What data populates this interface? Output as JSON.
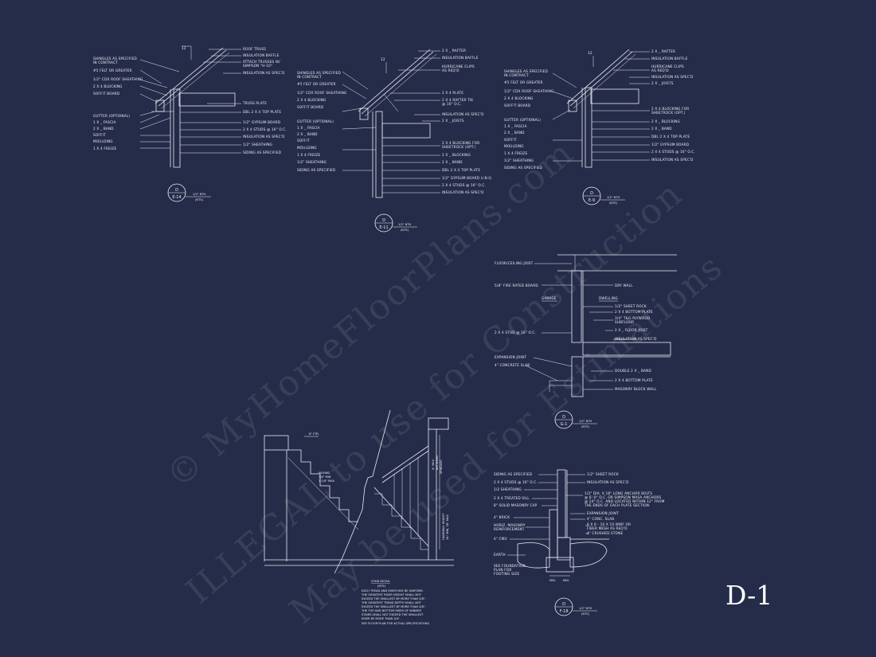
{
  "sheet_id": "D-1",
  "watermark": {
    "line1": "© MyHomeFloorPlans.com",
    "line2": "ILLEGAL to use for Construction",
    "line3": "May be used for Estimations"
  },
  "detail_a": {
    "labels_left": [
      "SHINGLES AS SPECIFIED",
      "IN CONTRACT",
      "#5 FELT OR GREATER",
      "1/2\" CDX ROOF SHEATHING",
      "2 X 4 BLOCKING",
      "SOFFIT BOARD",
      "GUTTER (OPTIONAL)",
      "1 X _ FASCIA",
      "2 X _ BAND",
      "SOFFIT",
      "MOULDING",
      "1 X 4 FREIZE"
    ],
    "labels_right": [
      "ROOF TRUSS",
      "INSULATION BAFFLE",
      "ATTACH TRUSSES W/",
      "SIMPSON \"H-10\"",
      "INSULATION AS SPEC'D",
      "TRUSS PLATE",
      "DBL 2 X 4 TOP PLATE",
      "1/2\" GYPSUM BOARD",
      "2 X 4 STUDS @ 16\" O.C.",
      "INSULATION AS SPEC'D",
      "1/2\" SHEATHING",
      "SIDING AS SPECIFIED"
    ],
    "tag_top": "D",
    "tag_bottom": "E-14",
    "scale": "1/2\" NTH",
    "scale_note": "(NTS)",
    "pitch": "12"
  },
  "detail_b": {
    "labels_left": [
      "SHINGLES AS SPECIFIED",
      "IN CONTRACT",
      "#5 FELT OR GREATER",
      "1/2\" CDX ROOF SHEATHING",
      "2 X 4 BLOCKING",
      "SOFFIT BOARD",
      "GUTTER (OPTIONAL)",
      "1 X _ FASCIA",
      "2 X _ BAND",
      "SOFFIT",
      "MOULDING",
      "1 X 4 FREIZE",
      "1/2\" SHEATHING",
      "SIDING AS SPECIFIED"
    ],
    "labels_right": [
      "2 X _ RAFTER",
      "INSULATION BAFFLE",
      "HURRICANE CLIPS",
      "AS REQ'D",
      "2 X 4 PLATE",
      "2 X 4 RAFTER TIE",
      "@ 16\" O.C.",
      "INSULATION AS SPEC'D",
      "2 X _ JOISTS",
      "2 X 4 BLOCKING FOR",
      "SHEETROCK (OPT.)",
      "2 X _ BLOCKING",
      "2 X _ BAND",
      "DBL 2 X 4 TOP PLATE",
      "1/2\" GYPSUM BOARD U.N.O.",
      "2 X 4 STUDS @ 16\" O.C.",
      "INSULATION AS SPEC'D"
    ],
    "tag_top": "D",
    "tag_bottom": "E-11",
    "scale": "1/2\" NTH",
    "scale_note": "(NTS)",
    "pitch": "12"
  },
  "detail_c": {
    "labels_left": [
      "SHINGLES AS SPECIFIED",
      "IN CONTRACT",
      "#5 FELT OR GREATER",
      "1/2\" CDX ROOF SHEATHING",
      "2 X 4 BLOCKING",
      "SOFFIT BOARD",
      "GUTTER (OPTIONAL)",
      "1 X _ FASCIA",
      "2 X _ BAND",
      "SOFFIT",
      "MOULDING",
      "1 X 4 FREIZE",
      "1/2\" SHEATHING",
      "SIDING AS SPECIFIED"
    ],
    "labels_right": [
      "2 X _ RAFTER",
      "INSULATION BAFFLE",
      "HURRICANE CLIPS",
      "AS REQ'D",
      "INSULATION AS SPEC'D",
      "2 X _ JOISTS",
      "2 X 4 BLOCKING FOR",
      "SHEETROCK (OPT.)",
      "2 X _ BLOCKING",
      "2 X _ BAND",
      "DBL 2 X 4 TOP PLATE",
      "1/2\" GYPSUM BOARD",
      "2 X 4 STUDS @ 16\" O.C.",
      "INSULATION AS SPEC'D"
    ],
    "tag_top": "D",
    "tag_bottom": "E-9",
    "scale": "1/2\" NTH",
    "scale_note": "(NTS)",
    "pitch": "12"
  },
  "detail_d": {
    "labels_left": [
      "FLOOR/CEILING JOIST",
      "5/8\" FIRE RATED BOARD",
      "2 X 4 STUD @ 16\" O.C.",
      "EXPANSION JOINT",
      "4\" CONCRETE SLAB"
    ],
    "garage": "GARAGE",
    "dwelling": "DWELLING",
    "dry_wall": "DRY WALL",
    "labels_right": [
      "1/2\" SHEET ROCK",
      "2 X 4 BOTTOM PLATE",
      "3/4\" T&G PLYWOOD",
      "SUBFLOOR",
      "2 X _ FLOOR JOIST",
      "INSULATION AS SPEC'D",
      "DOUBLE 2 X _ BAND",
      "2 X 4 BOTTOM PLATE",
      "MASONRY BLOCK WALL"
    ],
    "tag_top": "D",
    "tag_bottom": "G-1",
    "scale": "1/2\" NTH",
    "scale_note": "(NTS)"
  },
  "detail_e": {
    "riser_dim": "6\" FTR.",
    "nosing": [
      "NOSING",
      "3/4\" MIN",
      "1 1/4\" MAX"
    ],
    "stair_note": [
      "4\" MAX",
      "BETWEEN",
      "SPINDLES"
    ],
    "rail_note": [
      "HANDRAIL HEIGHT",
      "34\" MIN, 38\" MAX"
    ],
    "title": "STAIR DETAIL",
    "subtitle": "(NTS)",
    "notes": [
      "EACH TREAD AND RISER MAY BE UNIFORM.",
      "THE GREATEST RISER HEIGHT SHALL NOT",
      "EXCEED THE SMALLEST BY MORE THAN 3/8\".",
      "THE GREATEST TREAD DEPTH SHALL NOT",
      "EXCEED THE SMALLEST BY MORE THAN 3/8\".",
      "THE TOP AND BOTTOM RISER OF WINDER",
      "STAIRS SHALL NOT EXCEED THE SMALLEST",
      "RISER BY MORE THAN 3/4\".",
      "SEE FLOOR PLAN FOR ACTUAL SPECIFICATIONS."
    ]
  },
  "detail_f": {
    "labels_left": [
      "SIDING AS SPECIFIED",
      "2 X 4 STUDS @ 16\" O.C.",
      "1/2 SHEATHING",
      "2 X 4 TREATED SILL",
      "8\" SOLID MASONRY CAP",
      "4\" BRICK",
      "HORIZ. MASONRY",
      "REINFORCEMENT",
      "4\" CMU",
      "EARTH",
      "SEE FOUNDATION",
      "PLAN FOR",
      "FOOTING SIZE"
    ],
    "labels_right": [
      "1/2\" SHEET ROCK",
      "INSULATION AS SPEC'D",
      "1/2\" DIA. X 18\" LONG ANCHOR BOLTS",
      "@ 6'-0\" O.C. OR SIMPSON MASA ANCHORS",
      "@ 24\" O.C. AND LOCATED WITHIN 12\" FROM",
      "THE ENDS OF EACH PLATE SECTION.",
      "EXPANSION JOINT",
      "4\" CONC. SLAB",
      "6 X 6 - 10 X 10 WWF OR",
      "FIBER MESH AS REQ'D",
      "4\" CRUSHED STONE"
    ],
    "dims": [
      "MIN.",
      "MIN."
    ],
    "tag_top": "D",
    "tag_bottom": "F-18",
    "scale": "1/2\" NTH",
    "scale_note": "(NTS)"
  }
}
